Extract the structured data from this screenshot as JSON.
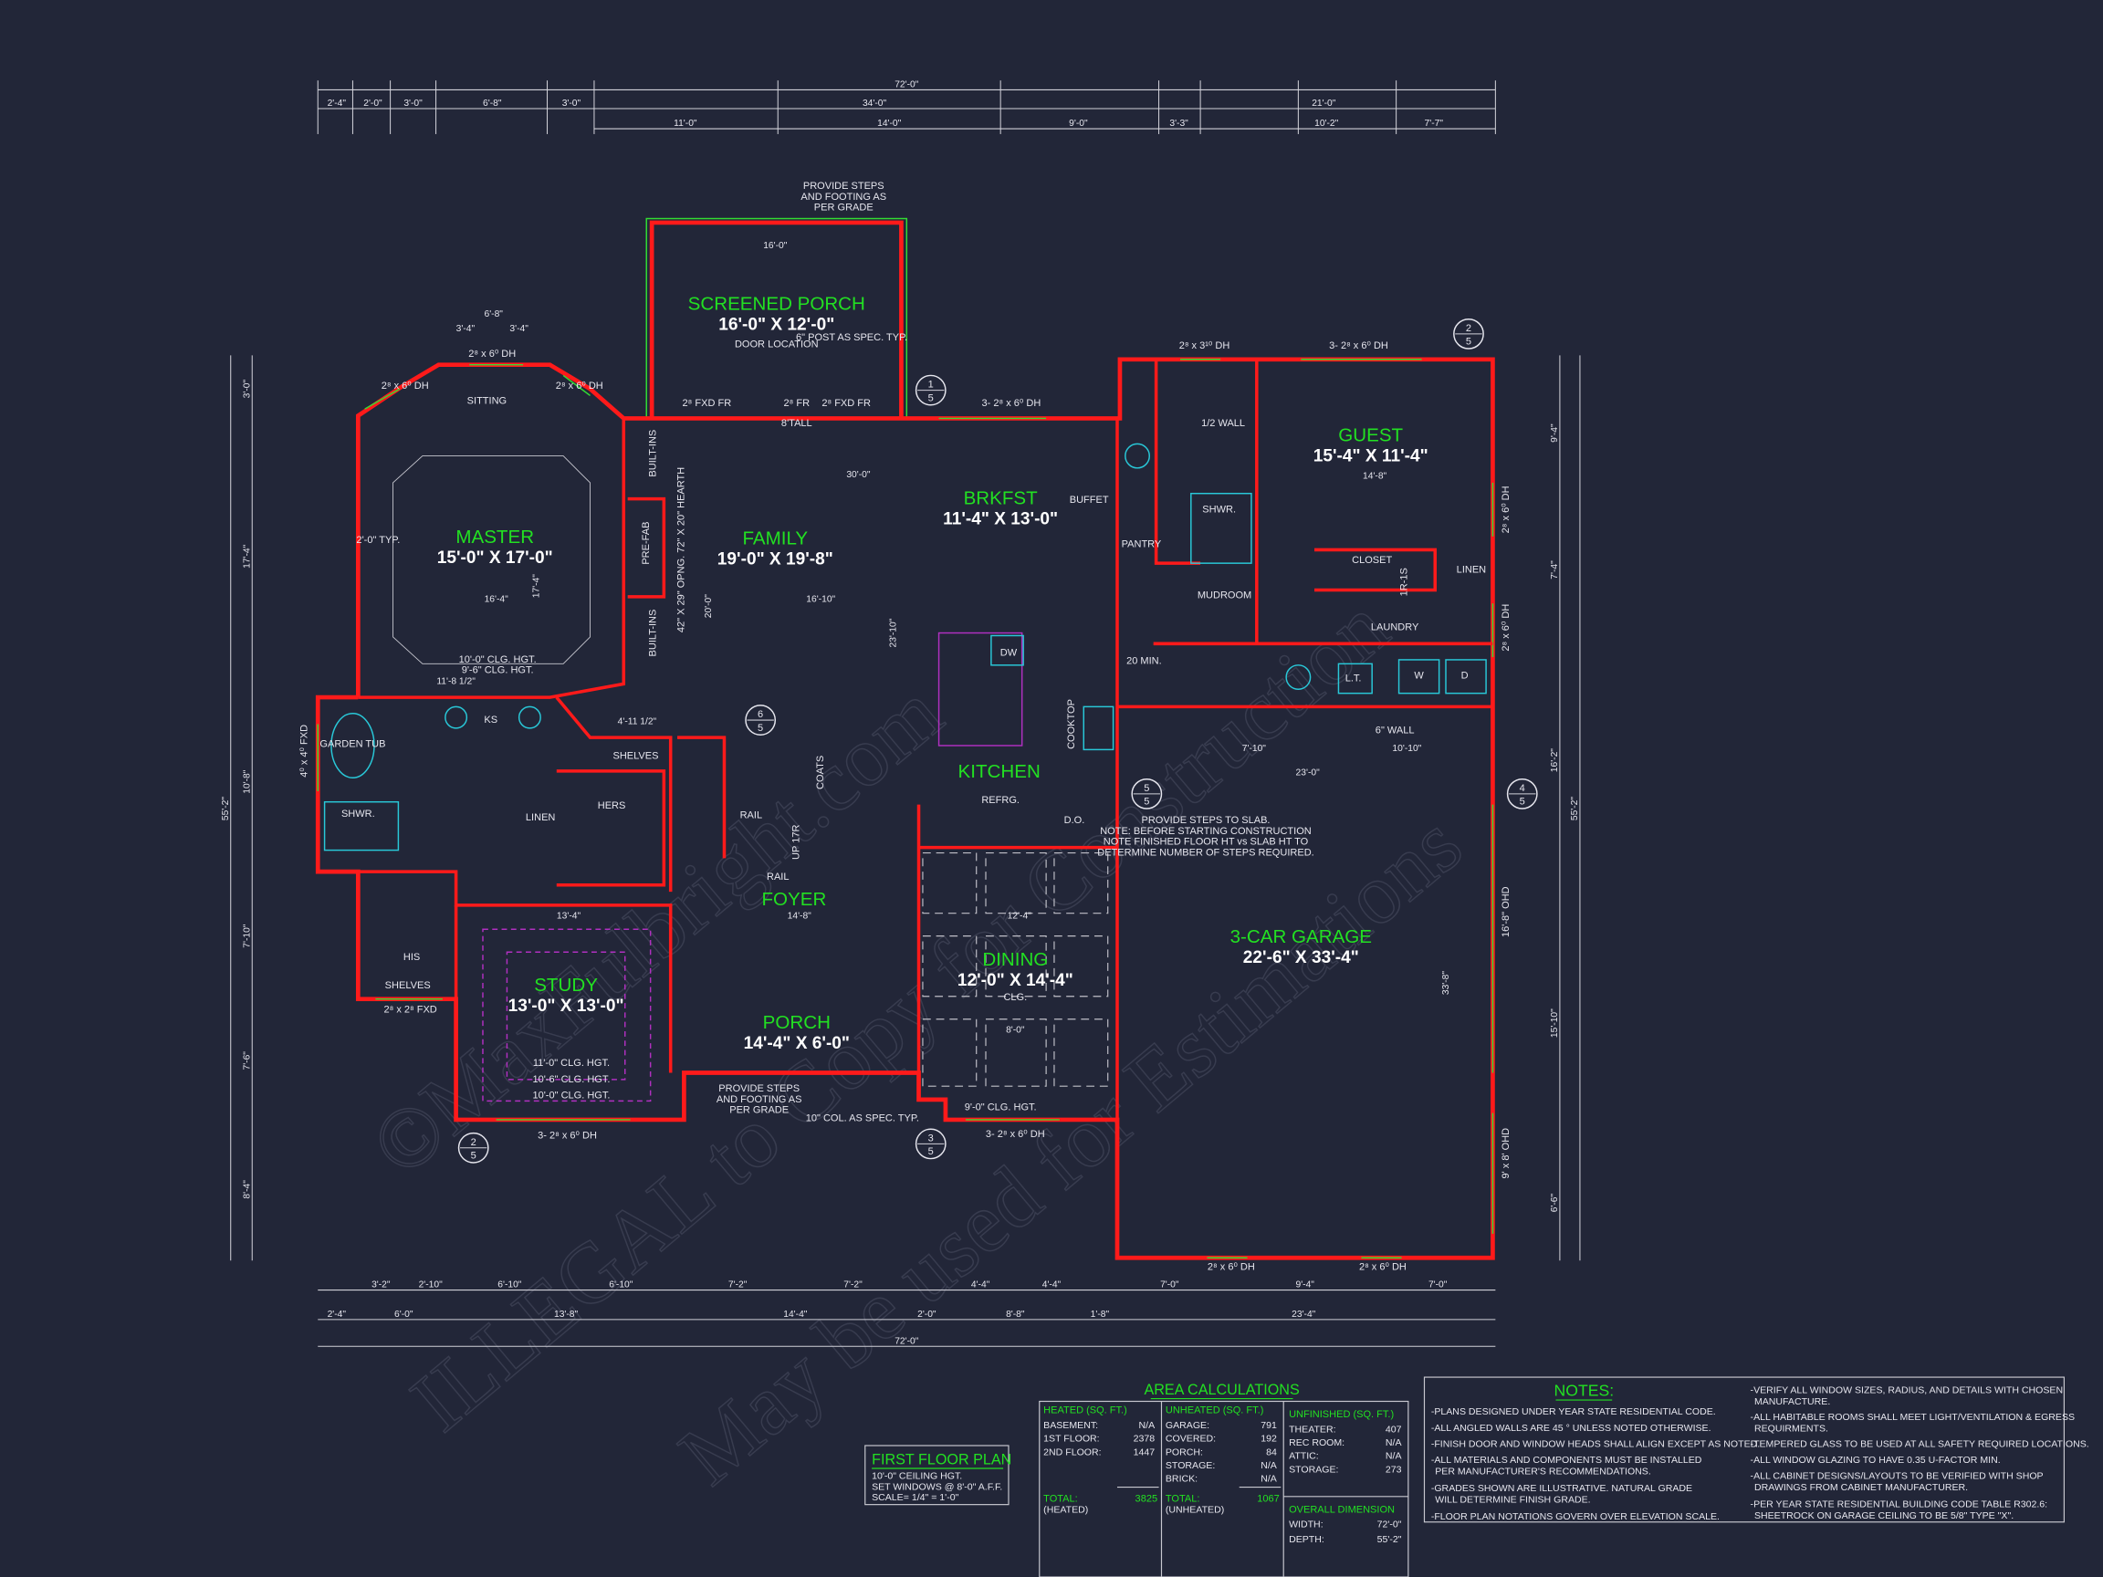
{
  "watermark": [
    "©MaxFulbright.com",
    "ILLEGAL to Copy for Construction",
    "May be used for Estimations"
  ],
  "rooms": [
    {
      "name": "SCREENED PORCH",
      "size": "16'-0\" X 12'-0\""
    },
    {
      "name": "MASTER",
      "size": "15'-0\" X 17'-0\""
    },
    {
      "name": "FAMILY",
      "size": "19'-0\" X 19'-8\""
    },
    {
      "name": "BRKFST",
      "size": "11'-4\" X 13'-0\""
    },
    {
      "name": "GUEST",
      "size": "15'-4\" X 11'-4\""
    },
    {
      "name": "KITCHEN",
      "size": ""
    },
    {
      "name": "3-CAR GARAGE",
      "size": "22'-6\" X 33'-4\""
    },
    {
      "name": "DINING",
      "size": "12'-0\" X 14'-4\""
    },
    {
      "name": "FOYER",
      "size": ""
    },
    {
      "name": "PORCH",
      "size": "14'-4\" X 6'-0\""
    },
    {
      "name": "STUDY",
      "size": "13'-0\" X 13'-0\""
    }
  ],
  "labels": [
    "SITTING",
    "PANTRY",
    "MUDROOM",
    "CLOSET",
    "LAUNDRY",
    "LINEN",
    "SHWR.",
    "SHWR.",
    "HIS",
    "HERS",
    "SHELVES",
    "SHELVES",
    "GARDEN TUB",
    "DW",
    "REFRG.",
    "COOKTOP",
    "BUFFET",
    "KS",
    "LINEN",
    "PRE-FAB",
    "BUILT-INS",
    "BUILT-INS",
    "1/2 WALL",
    "20 MIN.",
    "RAIL",
    "RAIL",
    "L.T.",
    "W",
    "D",
    "D.O.",
    "DOOR LOCATION",
    "8'TALL",
    "CLG.",
    "2'-0\" TYP.",
    "6\" WALL",
    "6\" POST AS SPEC. TYP.",
    "10\" COL. AS SPEC. TYP.",
    "UP 17R",
    "1R-1S",
    "COATS",
    "42\" X 29\" OPNG. 72\" X 20\" HEARTH"
  ],
  "notes_plan": {
    "top": [
      "PROVIDE STEPS",
      "AND FOOTING AS",
      "PER GRADE"
    ],
    "porch": [
      "PROVIDE STEPS",
      "AND FOOTING AS",
      "PER GRADE"
    ],
    "garage": [
      "PROVIDE STEPS TO SLAB.",
      "NOTE: BEFORE STARTING CONSTRUCTION",
      "NOTE FINISHED FLOOR HT vs SLAB HT TO",
      "DETERMINE NUMBER OF STEPS REQUIRED."
    ],
    "ceilings_master": [
      "10'-0\" CLG. HGT.",
      "9'-6\" CLG. HGT."
    ],
    "ceilings_study": [
      "11'-0\" CLG. HGT.",
      "10'-6\" CLG. HGT.",
      "10'-0\" CLG. HGT."
    ],
    "ceiling_dining": "9'-0\" CLG. HGT."
  },
  "windows": [
    "2⁸ x 6⁰ DH",
    "2⁸ x 6⁰ DH",
    "2⁸ x 6⁰ DH",
    "2⁸ FXD FR",
    "2⁸ FR",
    "2⁸ FXD FR",
    "3- 2⁸ x 6⁰ DH",
    "2⁸ x 3¹⁰ DH",
    "3- 2⁸ x 6⁰ DH",
    "2⁸ x 6⁰ DH",
    "2⁸ x 6⁰ DH",
    "16'-8\" OHD",
    "9' x 8' OHD",
    "2⁸ x 6⁰ DH",
    "2⁸ x 6⁰ DH",
    "3- 2⁸ x 6⁰ DH",
    "3- 2⁸ x 6⁰ DH",
    "2⁸ x 2⁸ FXD",
    "4⁰ x 4⁰ FXD"
  ],
  "dims": {
    "overall": "72'-0\"",
    "top_row1": [
      "2'-4\"",
      "2'-0\"",
      "3'-0\"",
      "6'-8\"",
      "3'-0\"",
      "34'-0\"",
      "21'-0\""
    ],
    "top_row2": [
      "11'-0\"",
      "14'-0\"",
      "9'-0\"",
      "3'-3\"",
      "10'-2\"",
      "7'-7\""
    ],
    "bottom_row1": [
      "3'-2\"",
      "2'-10\"",
      "6'-10\"",
      "6'-10\"",
      "7'-2\"",
      "7'-2\"",
      "4'-4\"",
      "4'-4\"",
      "7'-0\"",
      "9'-4\"",
      "7'-0\""
    ],
    "bottom_row2": [
      "2'-4\"",
      "6'-0\"",
      "13'-8\"",
      "14'-4\"",
      "2'-0\"",
      "8'-8\"",
      "1'-8\"",
      "23'-4\""
    ],
    "left_total": "55'-2\"",
    "left": [
      "3'-0\"",
      "17'-4\"",
      "10'-8\"",
      "7'-10\"",
      "7'-6\"",
      "8'-4\""
    ],
    "right_total": "55'-2\"",
    "right": [
      "9'-4\"",
      "7'-4\"",
      "16'-2\"",
      "15'-10\"",
      "6'-6\""
    ],
    "interior": [
      "16'-0\"",
      "30'-0\"",
      "16'-4\"",
      "16'-10\"",
      "14'-8\"",
      "23'-0\"",
      "13'-4\"",
      "14'-8\"",
      "12'-4\"",
      "7'-10\"",
      "10'-10\"",
      "6'-8\"",
      "3'-4\"",
      "3'-4\"",
      "11'-8 1/2\"",
      "4'-11 1/2\"",
      "33'-8\"",
      "23'-10\"",
      "20'-0\"",
      "17'-4\"",
      "8'-0\""
    ]
  },
  "markers": [
    {
      "num": "1",
      "sheet": "5"
    },
    {
      "num": "2",
      "sheet": "5"
    },
    {
      "num": "6",
      "sheet": "5"
    },
    {
      "num": "5",
      "sheet": "5"
    },
    {
      "num": "4",
      "sheet": "5"
    },
    {
      "num": "2",
      "sheet": "5"
    },
    {
      "num": "3",
      "sheet": "5"
    }
  ],
  "plan_title": {
    "title": "FIRST FLOOR PLAN",
    "lines": [
      "10'-0\" CEILING HGT.",
      "SET WINDOWS @ 8'-0\" A.F.F.",
      "SCALE= 1/4\" = 1'-0\""
    ]
  },
  "area": {
    "title": "AREA CALCULATIONS",
    "heated": {
      "header": "HEATED (SQ. FT.)",
      "rows": [
        [
          "BASEMENT:",
          "N/A"
        ],
        [
          "1ST FLOOR:",
          "2378"
        ],
        [
          "2ND FLOOR:",
          "1447"
        ]
      ],
      "total_label": "TOTAL:",
      "total": "3825",
      "sub": "(HEATED)"
    },
    "unheated": {
      "header": "UNHEATED (SQ. FT.)",
      "rows": [
        [
          "GARAGE:",
          "791"
        ],
        [
          "COVERED:",
          "192"
        ],
        [
          "PORCH:",
          "84"
        ],
        [
          "STORAGE:",
          "N/A"
        ],
        [
          "BRICK:",
          "N/A"
        ]
      ],
      "total_label": "TOTAL:",
      "total": "1067",
      "sub": "(UNHEATED)"
    },
    "unfinished": {
      "header": "UNFINISHED (SQ. FT.)",
      "rows": [
        [
          "THEATER:",
          "407"
        ],
        [
          "REC ROOM:",
          "N/A"
        ],
        [
          "ATTIC:",
          "N/A"
        ],
        [
          "STORAGE:",
          "273"
        ]
      ]
    },
    "overall": {
      "header": "OVERALL DIMENSION",
      "rows": [
        [
          "WIDTH:",
          "72'-0\""
        ],
        [
          "DEPTH:",
          "55'-2\""
        ]
      ]
    }
  },
  "notes": {
    "title": "NOTES:",
    "col1": [
      "-PLANS DESIGNED UNDER YEAR STATE RESIDENTIAL CODE.",
      "-ALL ANGLED WALLS ARE 45 ° UNLESS NOTED OTHERWISE.",
      "-FINISH DOOR AND WINDOW HEADS SHALL ALIGN EXCEPT AS NOTED.",
      "-ALL MATERIALS AND COMPONENTS MUST BE INSTALLED|PER MANUFACTURER'S RECOMMENDATIONS.",
      "-GRADES SHOWN ARE ILLUSTRATIVE. NATURAL GRADE|WILL DETERMINE FINISH GRADE.",
      "-FLOOR PLAN NOTATIONS GOVERN OVER ELEVATION SCALE."
    ],
    "col2": [
      "-VERIFY ALL WINDOW SIZES, RADIUS, AND DETAILS WITH CHOSEN|MANUFACTURE.",
      "-ALL HABITABLE ROOMS SHALL MEET LIGHT/VENTILATION & EGRESS|REQUIRMENTS.",
      "-TEMPERED GLASS TO BE USED AT ALL SAFETY REQUIRED LOCATIONS.",
      "-ALL WINDOW GLAZING TO HAVE 0.35 U-FACTOR MIN.",
      "-ALL CABINET DESIGNS/LAYOUTS TO BE VERIFIED WITH SHOP|DRAWINGS FROM CABINET MANUFACTURER.",
      "-PER YEAR STATE RESIDENTIAL BUILDING CODE TABLE R302.6:|SHEETROCK ON GARAGE CEILING TO BE 5/8\" TYPE \"X\"."
    ]
  },
  "colors": {
    "background": "#222638",
    "wall": "#ff1a1a",
    "label": "#22e022",
    "text": "#e6e6ee"
  }
}
